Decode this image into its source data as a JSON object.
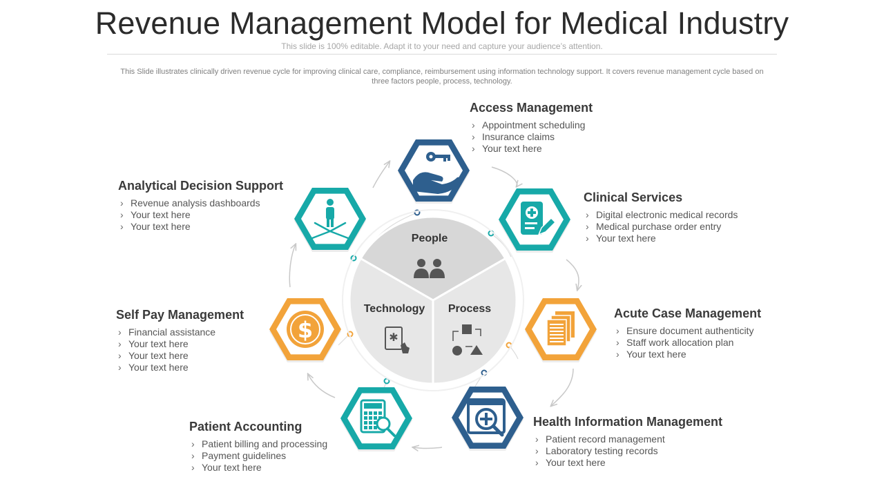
{
  "slide": {
    "title": "Revenue Management Model for Medical Industry",
    "subtitle": "This slide is 100% editable. Adapt it to your need and capture your audience’s attention.",
    "description": "This Slide illustrates clinically driven revenue cycle for improving clinical care, compliance, reimbursement using information technology support. It covers revenue management cycle based on three factors people, process, technology."
  },
  "center": {
    "segments": [
      {
        "label": "People",
        "icon": "people-icon"
      },
      {
        "label": "Technology",
        "icon": "tablet-touch-icon"
      },
      {
        "label": "Process",
        "icon": "process-flow-icon"
      }
    ]
  },
  "colors": {
    "blue": "#2e5f8e",
    "teal": "#17a9a8",
    "orange": "#f2a33a",
    "circle_light": "#ececec",
    "circle_mid": "#d7d7d7",
    "arrow": "#c8c8c8"
  },
  "stages": [
    {
      "title": "Access Management",
      "color": "blue",
      "icon": "key-in-hand-icon",
      "items": [
        "Appointment scheduling",
        "Insurance claims",
        "Your text here"
      ]
    },
    {
      "title": "Clinical Services",
      "color": "teal",
      "icon": "medical-clipboard-icon",
      "items": [
        "Digital electronic medical records",
        "Medical purchase order entry",
        "Your text here"
      ]
    },
    {
      "title": "Acute Case Management",
      "color": "orange",
      "icon": "documents-icon",
      "items": [
        "Ensure document authenticity",
        "Staff work allocation plan",
        "Your text here"
      ]
    },
    {
      "title": "Health Information Management",
      "color": "blue",
      "icon": "medical-search-icon",
      "items": [
        "Patient record management",
        "Laboratory testing records",
        "Your text here"
      ]
    },
    {
      "title": "Patient Accounting",
      "color": "teal",
      "icon": "calculator-search-icon",
      "items": [
        "Patient billing and processing",
        "Payment guidelines",
        "Your text here"
      ]
    },
    {
      "title": "Self Pay Management",
      "color": "orange",
      "icon": "dollar-coin-icon",
      "items": [
        "Financial assistance",
        "Your text here",
        "Your text here",
        "Your text here"
      ]
    },
    {
      "title": "Analytical Decision Support",
      "color": "teal",
      "icon": "person-directions-icon",
      "items": [
        "Revenue analysis dashboards",
        "Your text here",
        "Your text here"
      ]
    }
  ]
}
